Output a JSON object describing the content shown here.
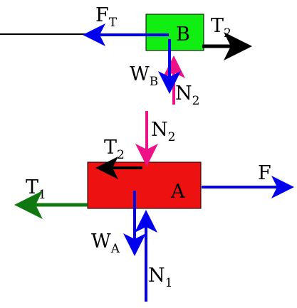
{
  "diagram": {
    "colors": {
      "block_a": "#ee1111",
      "block_b": "#11ee11",
      "blue_arrow": "#0000ee",
      "magenta_arrow": "#ee1188",
      "black_arrow": "#000000",
      "green_arrow": "#117711",
      "outline": "#000000"
    },
    "blocks": [
      {
        "id": "A",
        "label": "A"
      },
      {
        "id": "B",
        "label": "B"
      }
    ],
    "forces": [
      {
        "id": "F_T",
        "main": "F",
        "sub": "T",
        "color": "blue_arrow"
      },
      {
        "id": "T2_on_B",
        "main": "T",
        "sub": "2",
        "color": "black_arrow"
      },
      {
        "id": "W_B",
        "main": "W",
        "sub": "B",
        "color": "blue_arrow"
      },
      {
        "id": "N2_on_B",
        "main": "N",
        "sub": "2",
        "color": "magenta_arrow"
      },
      {
        "id": "N2_on_A",
        "main": "N",
        "sub": "2",
        "color": "magenta_arrow"
      },
      {
        "id": "T2_on_A",
        "main": "T",
        "sub": "2",
        "color": "black_arrow"
      },
      {
        "id": "F",
        "main": "F",
        "sub": "",
        "color": "blue_arrow"
      },
      {
        "id": "T1",
        "main": "T",
        "sub": "1",
        "color": "green_arrow"
      },
      {
        "id": "W_A",
        "main": "W",
        "sub": "A",
        "color": "blue_arrow"
      },
      {
        "id": "N1",
        "main": "N",
        "sub": "1",
        "color": "blue_arrow"
      }
    ]
  }
}
